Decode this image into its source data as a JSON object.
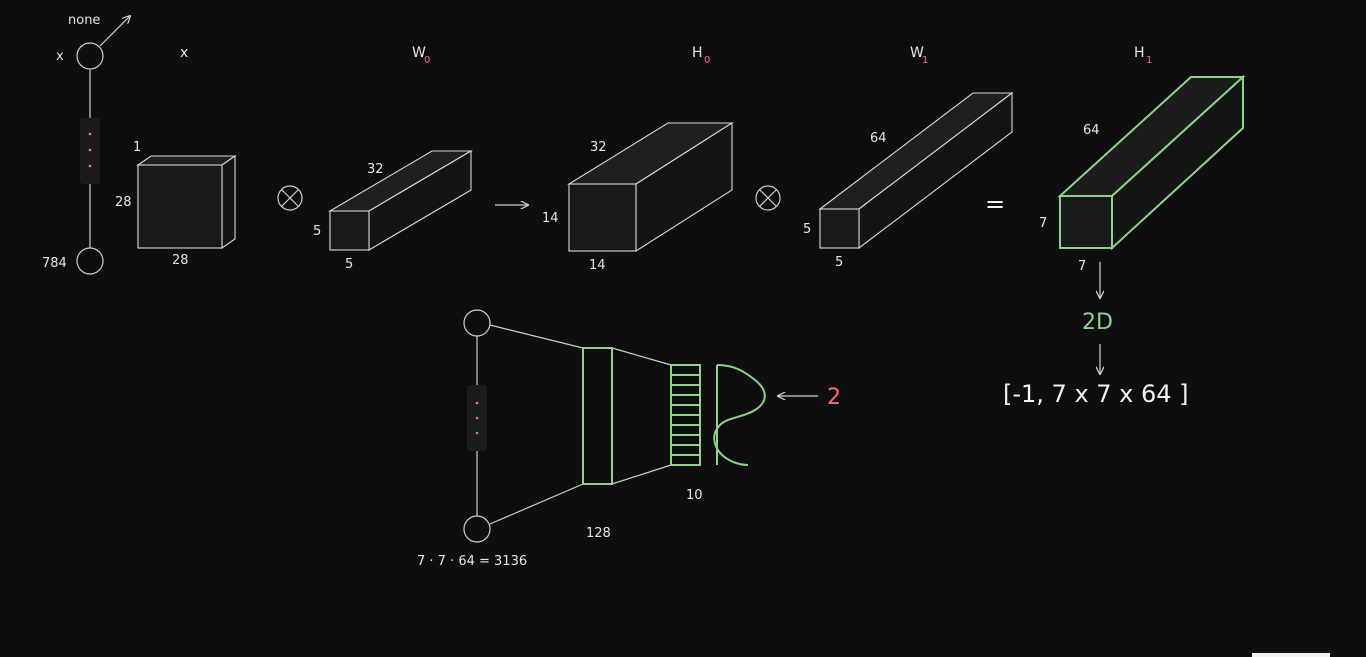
{
  "colors": {
    "background": "#0e0e10",
    "line": "#cfcfcf",
    "face": "#1a1a1d",
    "accent_green": "#8fd08a",
    "accent_red": "#ff6b7a"
  },
  "input_column": {
    "top_label": "x",
    "top_arrow_label": "none",
    "bottom_label": "784"
  },
  "headers": {
    "x": "x",
    "w0": "W",
    "w0_sub": "0",
    "h0": "H",
    "h0_sub": "0",
    "w1": "W",
    "w1_sub": "1",
    "h1": "H",
    "h1_sub": "1"
  },
  "blocks": {
    "x": {
      "depth": "1",
      "height": "28",
      "width": "28"
    },
    "w0": {
      "depth": "32",
      "height": "5",
      "width": "5"
    },
    "h0": {
      "depth": "32",
      "height": "14",
      "width": "14"
    },
    "w1": {
      "depth": "64",
      "height": "5",
      "width": "5"
    },
    "h1": {
      "depth": "64",
      "height": "7",
      "width": "7"
    }
  },
  "operators": {
    "equals": "="
  },
  "flatten": {
    "label": "2D",
    "reshape": "[-1, 7 x 7 x 64 ]"
  },
  "dense": {
    "input_formula": "7 · 7 · 64 = 3136",
    "hidden_units": "128",
    "output_units": "10",
    "arrow_value": "2"
  }
}
